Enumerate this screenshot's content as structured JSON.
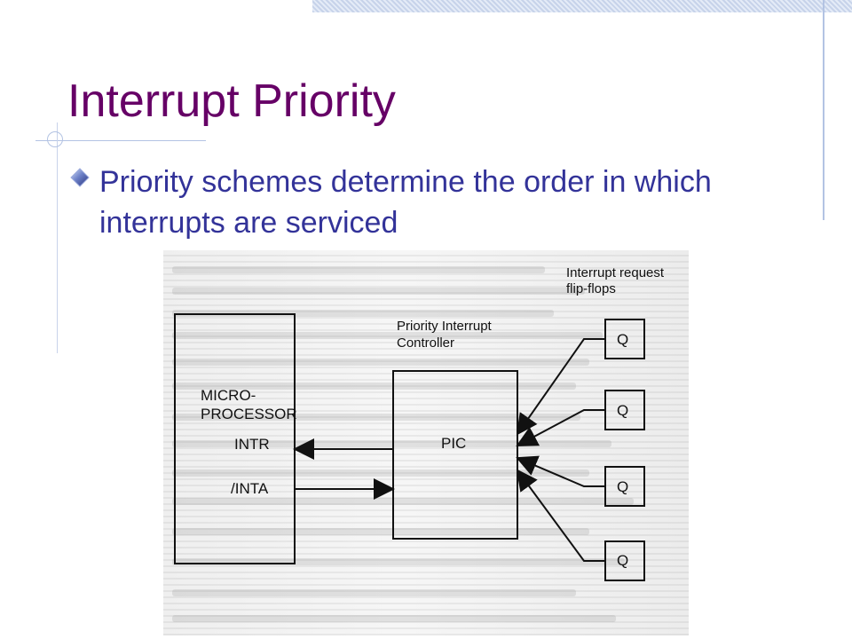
{
  "slide": {
    "title": "Interrupt Priority",
    "bullets": [
      {
        "text": "Priority schemes determine the order in which interrupts are serviced",
        "bullet_icon": "diamond-bullet-icon"
      }
    ]
  },
  "diagram": {
    "microprocessor": {
      "label_line1": "MICRO-",
      "label_line2": "PROCESSOR",
      "intr_label": "INTR",
      "inta_label": "/INTA"
    },
    "pic": {
      "label": "PIC",
      "controller_line1": "Priority Interrupt",
      "controller_line2": "Controller"
    },
    "flip_flops": {
      "title_line1": "Interrupt request",
      "title_line2": "flip-flops",
      "items": [
        {
          "label": "Q"
        },
        {
          "label": "Q"
        },
        {
          "label": "Q"
        },
        {
          "label": "Q"
        }
      ]
    }
  },
  "colors": {
    "title": "#660066",
    "bullet_text": "#333399",
    "decor": "#b3c3e3"
  }
}
